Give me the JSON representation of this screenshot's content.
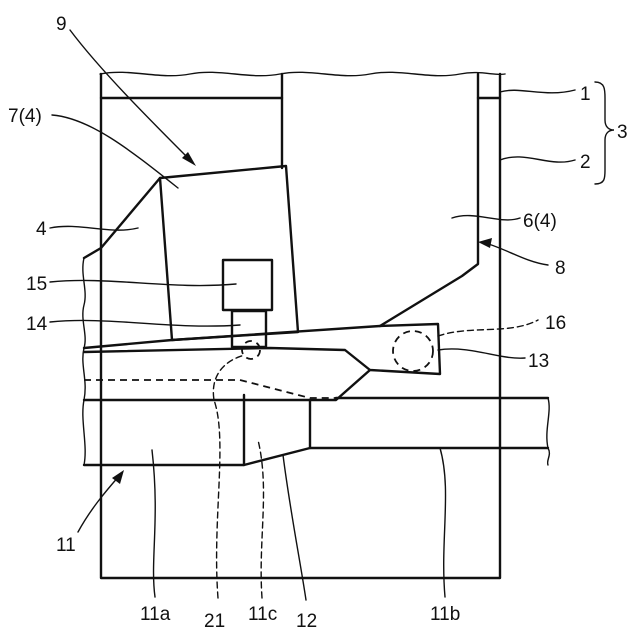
{
  "labels": {
    "l1": "1",
    "l2": "2",
    "l3": "3",
    "l4": "4",
    "l6": "6(4)",
    "l7": "7(4)",
    "l8": "8",
    "l9": "9",
    "l11": "11",
    "l11a": "11a",
    "l11b": "11b",
    "l11c": "11c",
    "l12": "12",
    "l13": "13",
    "l14": "14",
    "l15": "15",
    "l16": "16",
    "l21": "21"
  }
}
